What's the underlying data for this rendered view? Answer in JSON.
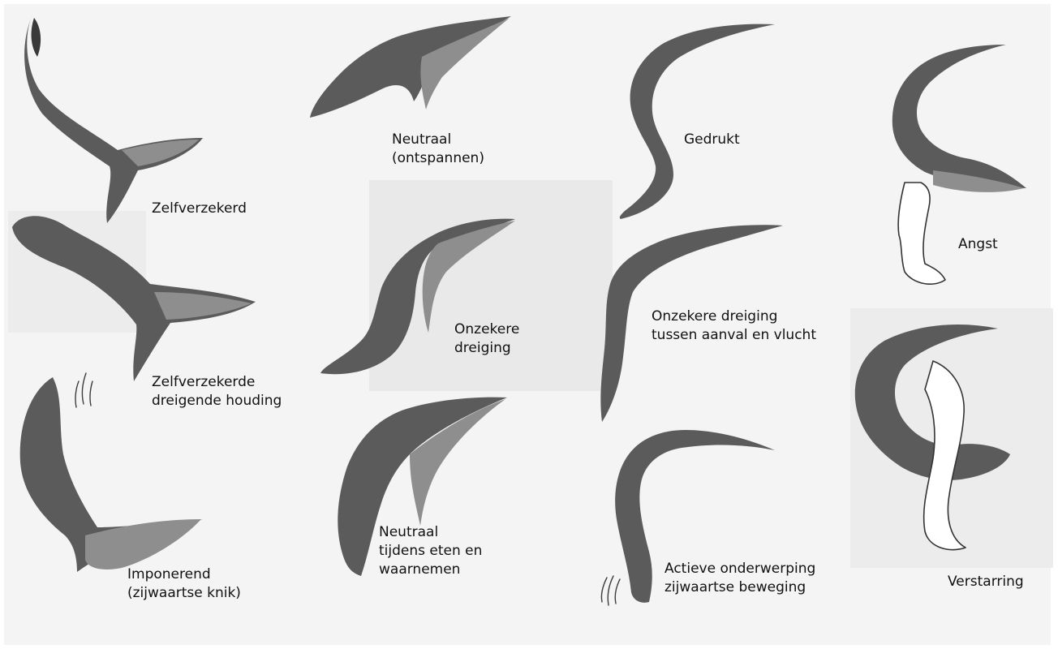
{
  "diagram": {
    "background_color": "#ffffff",
    "panel_color": "#f1f1f1",
    "ink_color": "#5b5b5b",
    "text_color": "#111111",
    "tails": [
      {
        "id": "zelfverzekerd",
        "label": "Zelfverzekerd"
      },
      {
        "id": "zelfverzekerde-dreigende-houding",
        "label": "Zelfverzekerde\ndreigende houding"
      },
      {
        "id": "imponerend",
        "label": "Imponerend\n(zijwaartse knik)"
      },
      {
        "id": "neutraal-ontspannen",
        "label": "Neutraal\n(ontspannen)"
      },
      {
        "id": "onzekere-dreiging",
        "label": "Onzekere\ndreiging"
      },
      {
        "id": "neutraal-eten",
        "label": "Neutraal\ntijdens eten en\nwaarnemen"
      },
      {
        "id": "gedrukt",
        "label": "Gedrukt"
      },
      {
        "id": "onzekere-dreiging-aanval-vlucht",
        "label": "Onzekere dreiging\ntussen aanval en vlucht"
      },
      {
        "id": "actieve-onderwerping",
        "label": "Actieve onderwerping\nzijwaartse beweging"
      },
      {
        "id": "angst",
        "label": "Angst"
      },
      {
        "id": "verstarring",
        "label": "Verstarring"
      }
    ]
  }
}
